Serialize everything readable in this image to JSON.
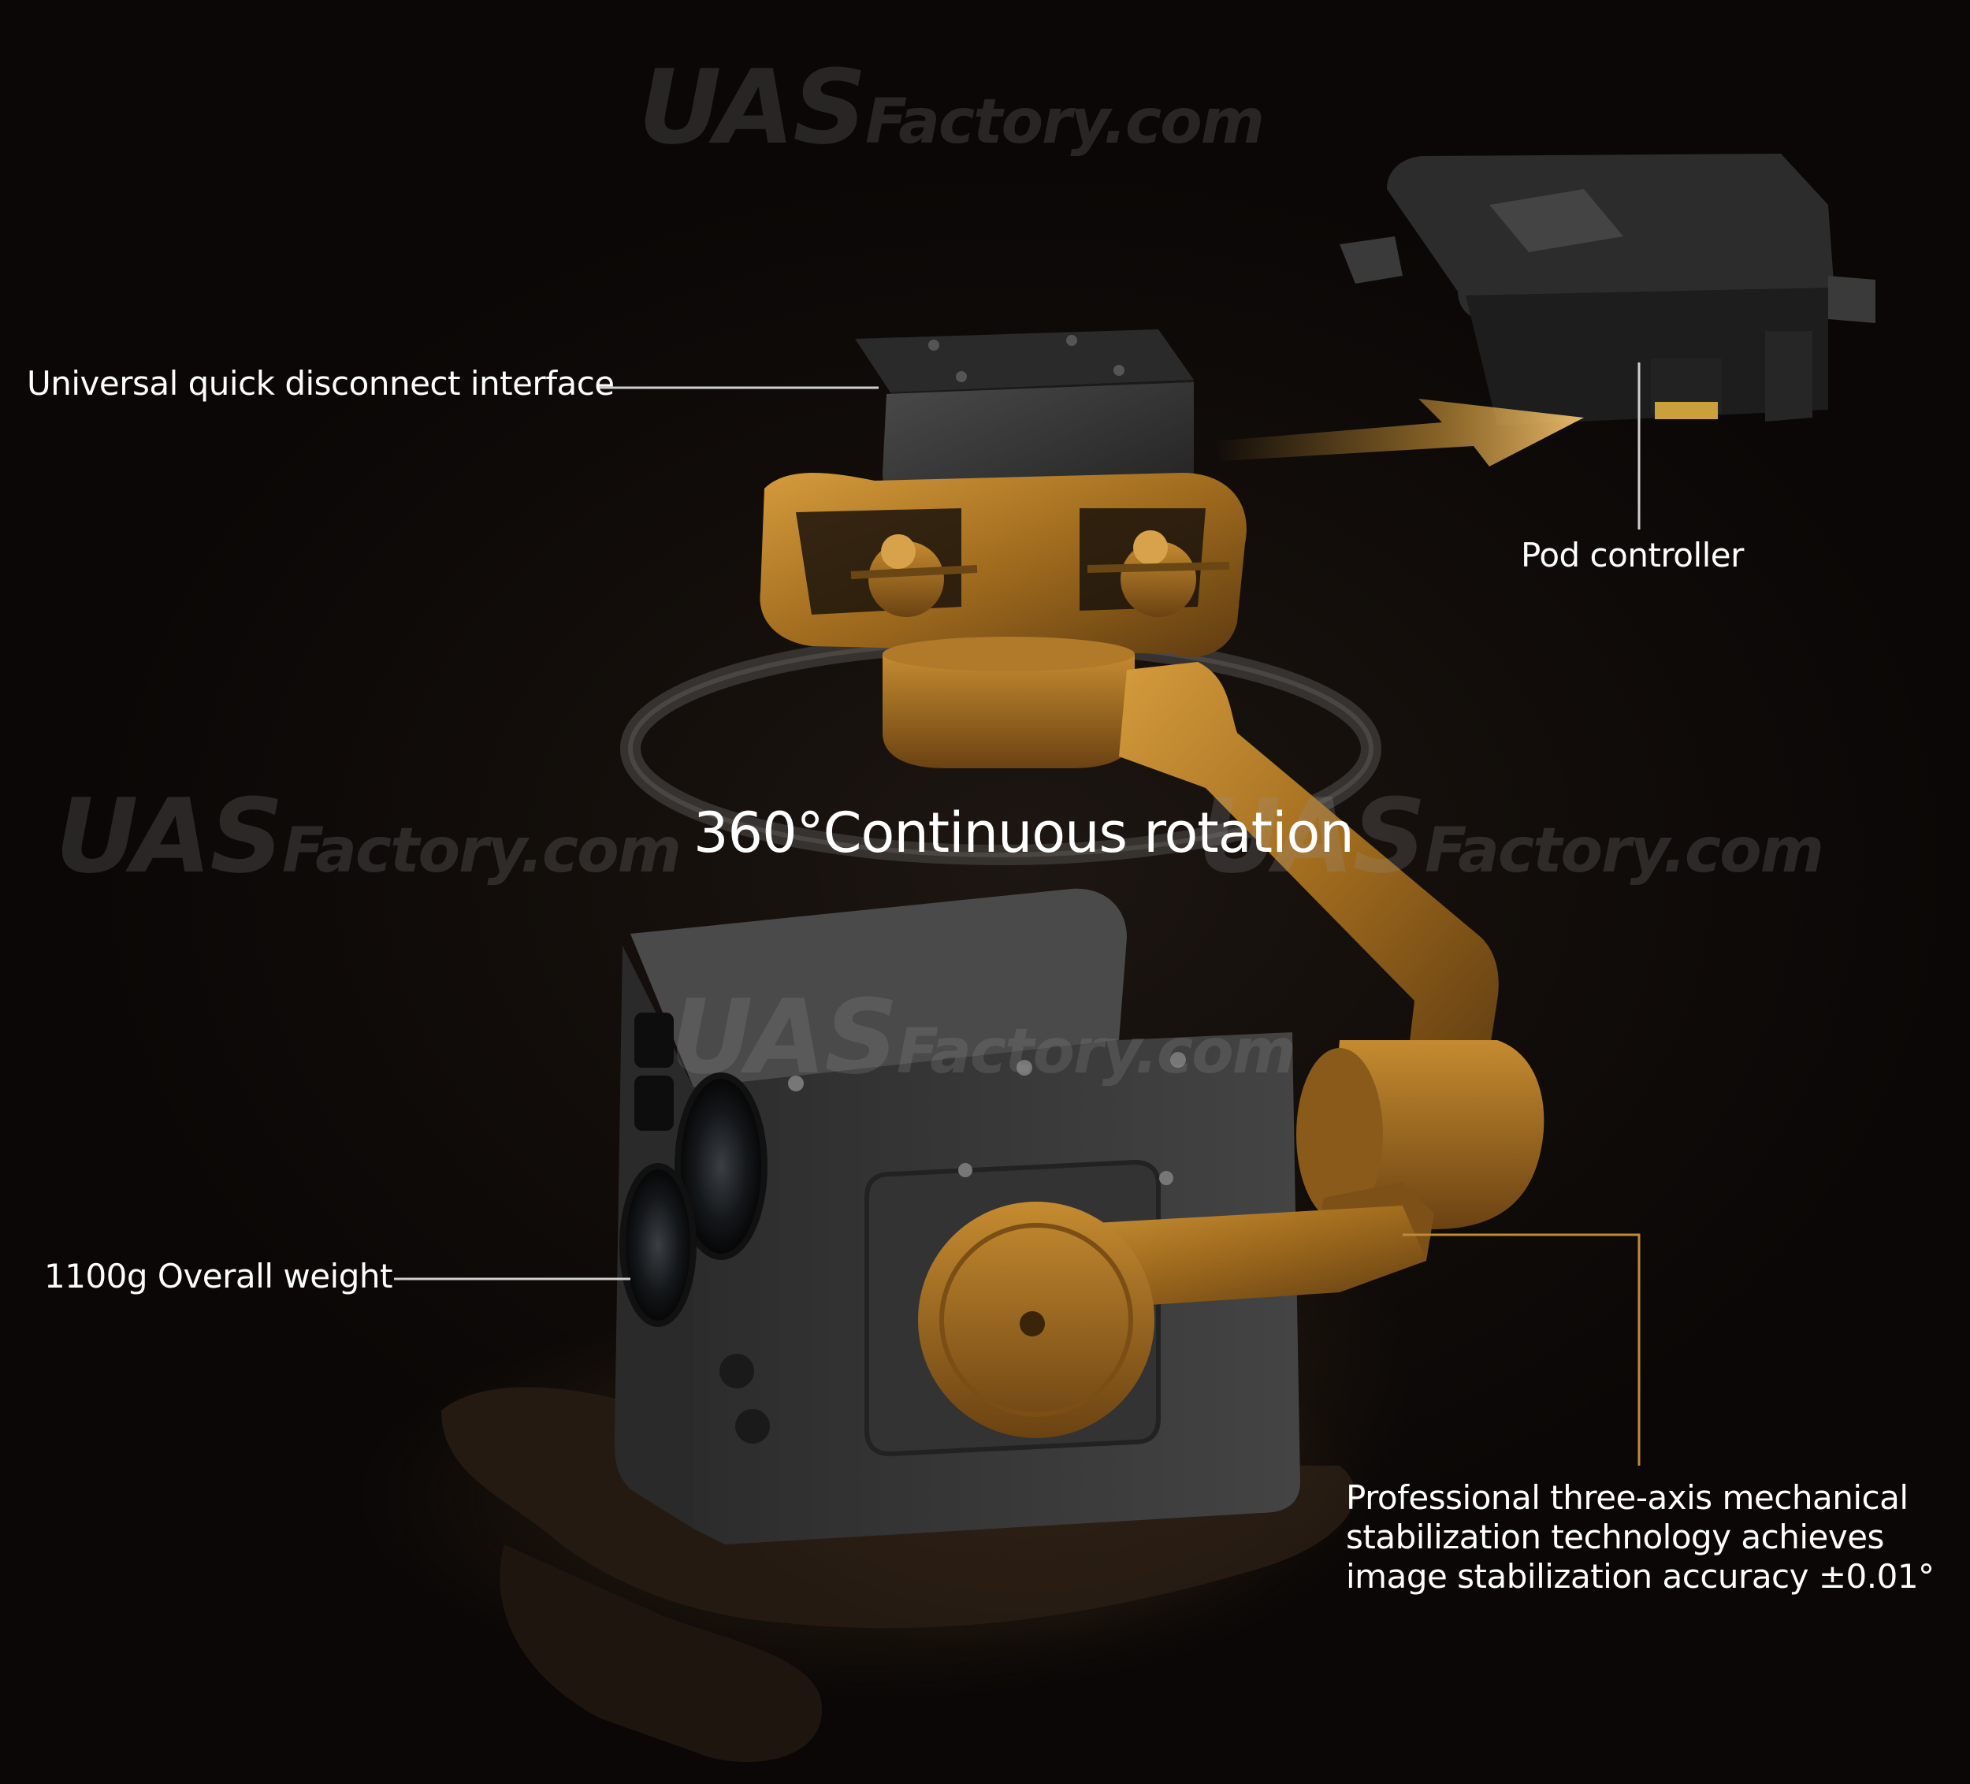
{
  "callouts": {
    "universal_interface": "Universal quick disconnect interface",
    "pod_controller": "Pod controller",
    "continuous_rotation": "360°Continuous rotation",
    "weight": "1100g Overall weight",
    "stabilization": {
      "line1": "Professional three-axis mechanical",
      "line2": "stabilization technology achieves",
      "line3": "image stabilization accuracy ±0.01°"
    }
  },
  "watermark": {
    "prefix": "UAS",
    "suffix": "Factory.com"
  },
  "colors": {
    "background": "#0b0806",
    "gimbal_gold": "#a8731f",
    "camera_body": "#3a3a3a",
    "leader_line_white": "#ffffff",
    "leader_line_gold": "#c08a3a",
    "arrow_gold": "#d49b3a"
  }
}
